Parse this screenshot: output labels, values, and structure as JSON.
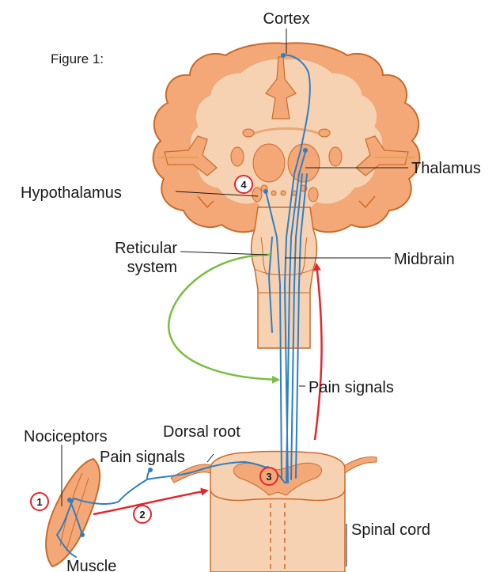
{
  "figure_label": "Figure 1:",
  "labels": {
    "cortex": "Cortex",
    "thalamus": "Thalamus",
    "hypothalamus": "Hypothalamus",
    "reticular_line1": "Reticular",
    "reticular_line2": "system",
    "midbrain": "Midbrain",
    "pain_signals_cord": "Pain signals",
    "dorsal_root": "Dorsal root",
    "nociceptors": "Nociceptors",
    "pain_signals_nerve": "Pain signals",
    "muscle": "Muscle",
    "spinal_cord": "Spinal cord"
  },
  "steps": [
    "1",
    "2",
    "3",
    "4"
  ],
  "colors": {
    "tissue_light": "#f7d2b2",
    "tissue_mid": "#f4a877",
    "tissue_dark": "#c96a2a",
    "neuron": "#2f7fc1",
    "arrow_red": "#e4262c",
    "arrow_green": "#7cbd42"
  }
}
